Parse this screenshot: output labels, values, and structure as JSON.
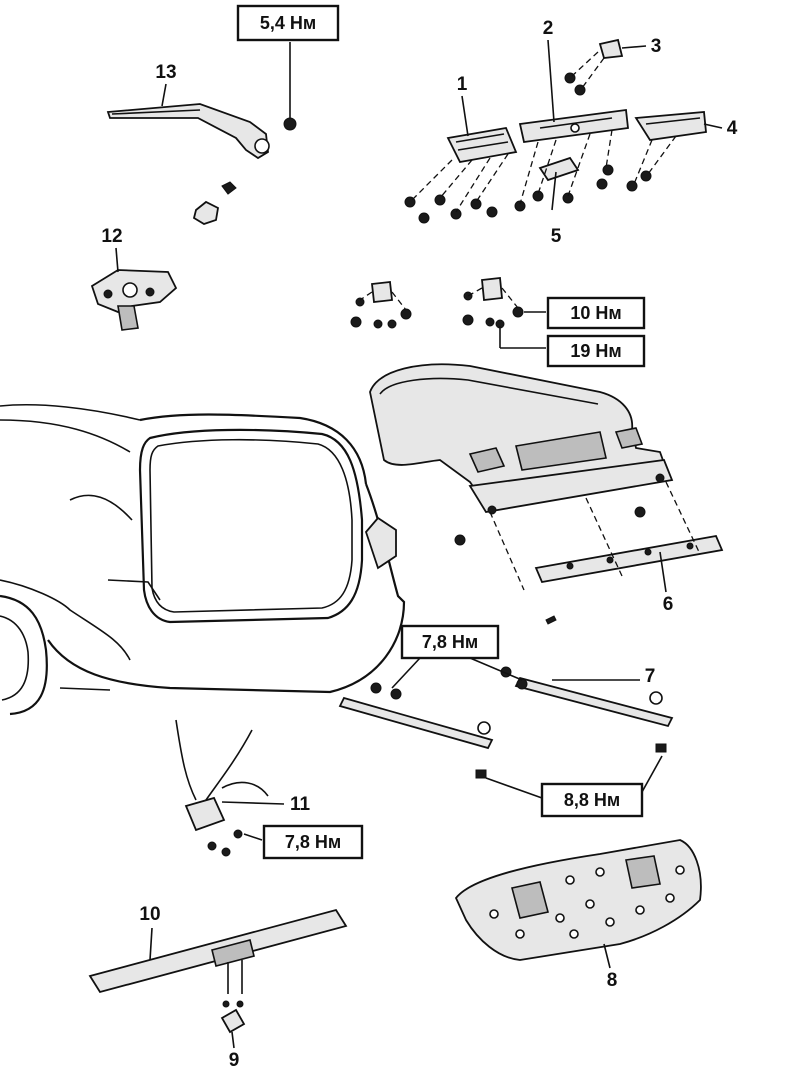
{
  "callouts": {
    "c1": "1",
    "c2": "2",
    "c3": "3",
    "c4": "4",
    "c5": "5",
    "c6": "6",
    "c7": "7",
    "c8": "8",
    "c9": "9",
    "c10": "10",
    "c11": "11",
    "c12": "12",
    "c13": "13"
  },
  "torques": {
    "t_5_4": "5,4 Нм",
    "t_10": "10 Нм",
    "t_19": "19 Нм",
    "t_7_8_top": "7,8 Нм",
    "t_8_8": "8,8 Нм",
    "t_7_8_bottom": "7,8 Нм"
  }
}
